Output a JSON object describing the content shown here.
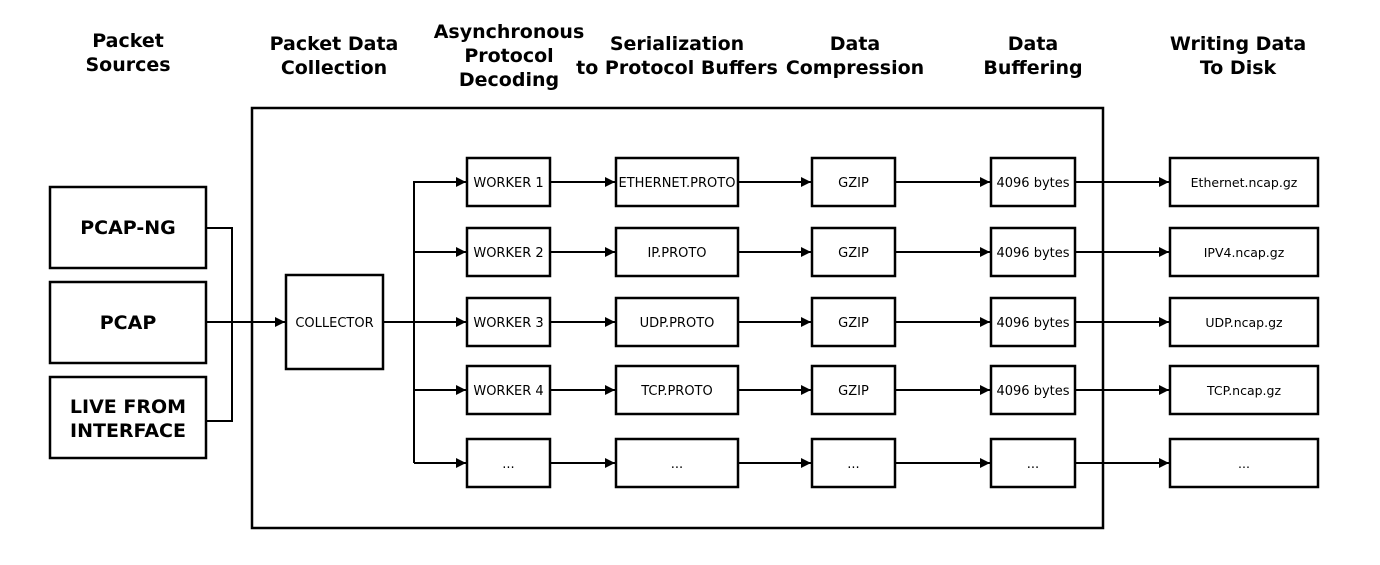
{
  "headers": {
    "packet_sources": [
      "Packet",
      "Sources"
    ],
    "packet_data_collection": [
      "Packet Data",
      "Collection"
    ],
    "async_decoding": [
      "Asynchronous",
      "Protocol",
      "Decoding"
    ],
    "serialization": [
      "Serialization",
      "to Protocol Buffers"
    ],
    "compression": [
      "Data",
      "Compression"
    ],
    "buffering": [
      "Data",
      "Buffering"
    ],
    "writing": [
      "Writing Data",
      "To Disk"
    ]
  },
  "sources": {
    "pcapng": [
      "PCAP-NG"
    ],
    "pcap": [
      "PCAP"
    ],
    "live": [
      "LIVE FROM",
      "INTERFACE"
    ]
  },
  "collector": {
    "label": "COLLECTOR"
  },
  "rows": [
    {
      "worker": "WORKER 1",
      "proto": "ETHERNET.PROTO",
      "compress": "GZIP",
      "buffer": "4096 bytes",
      "file": "Ethernet.ncap.gz"
    },
    {
      "worker": "WORKER 2",
      "proto": "IP.PROTO",
      "compress": "GZIP",
      "buffer": "4096 bytes",
      "file": "IPV4.ncap.gz"
    },
    {
      "worker": "WORKER 3",
      "proto": "UDP.PROTO",
      "compress": "GZIP",
      "buffer": "4096 bytes",
      "file": "UDP.ncap.gz"
    },
    {
      "worker": "WORKER 4",
      "proto": "TCP.PROTO",
      "compress": "GZIP",
      "buffer": "4096 bytes",
      "file": "TCP.ncap.gz"
    },
    {
      "worker": "...",
      "proto": "...",
      "compress": "...",
      "buffer": "...",
      "file": "..."
    }
  ]
}
